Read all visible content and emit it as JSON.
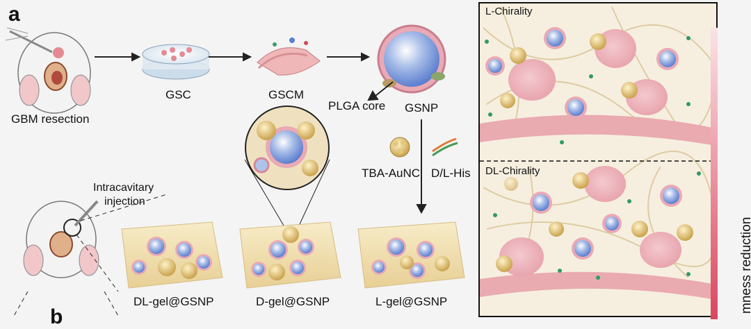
{
  "panel_labels": {
    "a": "a",
    "b": "b"
  },
  "workflow": {
    "gbm_resection": "GBM resection",
    "gsc": "GSC",
    "gscm": "GSCM",
    "plga_core": "PLGA core",
    "gsnp": "GSNP",
    "tba_aunc": "TBA-AuNC",
    "his_prefix": "D/L",
    "his_suffix": "-His",
    "injection_line1": "Intracavitary",
    "injection_line2": "injection"
  },
  "gels": {
    "dl_prefix": "DL",
    "dl_suffix": "-gel@GSNP",
    "d_prefix": "D",
    "d_suffix": "-gel@GSNP",
    "l_prefix": "L",
    "l_suffix": "-gel@GSNP"
  },
  "right_panel": {
    "top_prefix": "L",
    "top_suffix": "-Chirality",
    "bottom_prefix": "DL",
    "bottom_suffix": "-Chirality",
    "side_label": "mness reduction"
  },
  "colors": {
    "nanoparticle_core": "#7f9fdd",
    "membrane": "#d9869b",
    "gold_cluster": "#c9a24c",
    "gel": "#efd9a6",
    "green_dot": "#2f9a6a",
    "gradient_bar": "#d9475f"
  }
}
